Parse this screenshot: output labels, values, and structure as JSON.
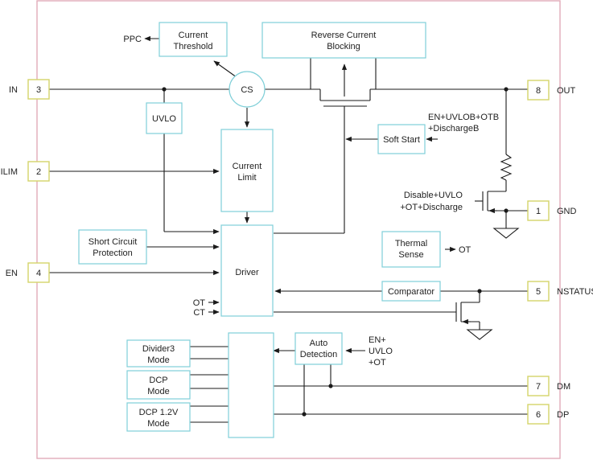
{
  "pins": {
    "in": {
      "number": "3",
      "label": "IN"
    },
    "ilim": {
      "number": "2",
      "label": "ILIM"
    },
    "en": {
      "number": "4",
      "label": "EN"
    },
    "out": {
      "number": "8",
      "label": "OUT"
    },
    "gnd": {
      "number": "1",
      "label": "GND"
    },
    "nstatus": {
      "number": "5",
      "label": "NSTATUS"
    },
    "dm": {
      "number": "7",
      "label": "DM"
    },
    "dp": {
      "number": "6",
      "label": "DP"
    }
  },
  "blocks": {
    "current_threshold": [
      "Current",
      "Threshold"
    ],
    "reverse_current_blocking": [
      "Reverse Current",
      "Blocking"
    ],
    "cs": "CS",
    "uvlo": "UVLO",
    "soft_start": "Soft Start",
    "current_limit": [
      "Current",
      "Limit"
    ],
    "short_circuit_protection": [
      "Short Circuit",
      "Protection"
    ],
    "driver": "Driver",
    "thermal_sense": [
      "Thermal",
      "Sense"
    ],
    "comparator": "Comparator",
    "divider3_mode": [
      "Divider3",
      "Mode"
    ],
    "dcp_mode": [
      "DCP",
      "Mode"
    ],
    "dcp12_mode": [
      "DCP 1.2V",
      "Mode"
    ],
    "auto_detection": [
      "Auto",
      "Detection"
    ]
  },
  "signals": {
    "ppc": "PPC",
    "ot_out": "OT",
    "ot_in": "OT",
    "ct_in": "CT",
    "soft_start_inputs": [
      "EN+UVLOB+OTB",
      "+DischargeB"
    ],
    "discharge_inputs": [
      "Disable+UVLO",
      "+OT+Discharge"
    ],
    "auto_detection_inputs": [
      "EN+",
      "UVLO",
      "+OT"
    ]
  }
}
